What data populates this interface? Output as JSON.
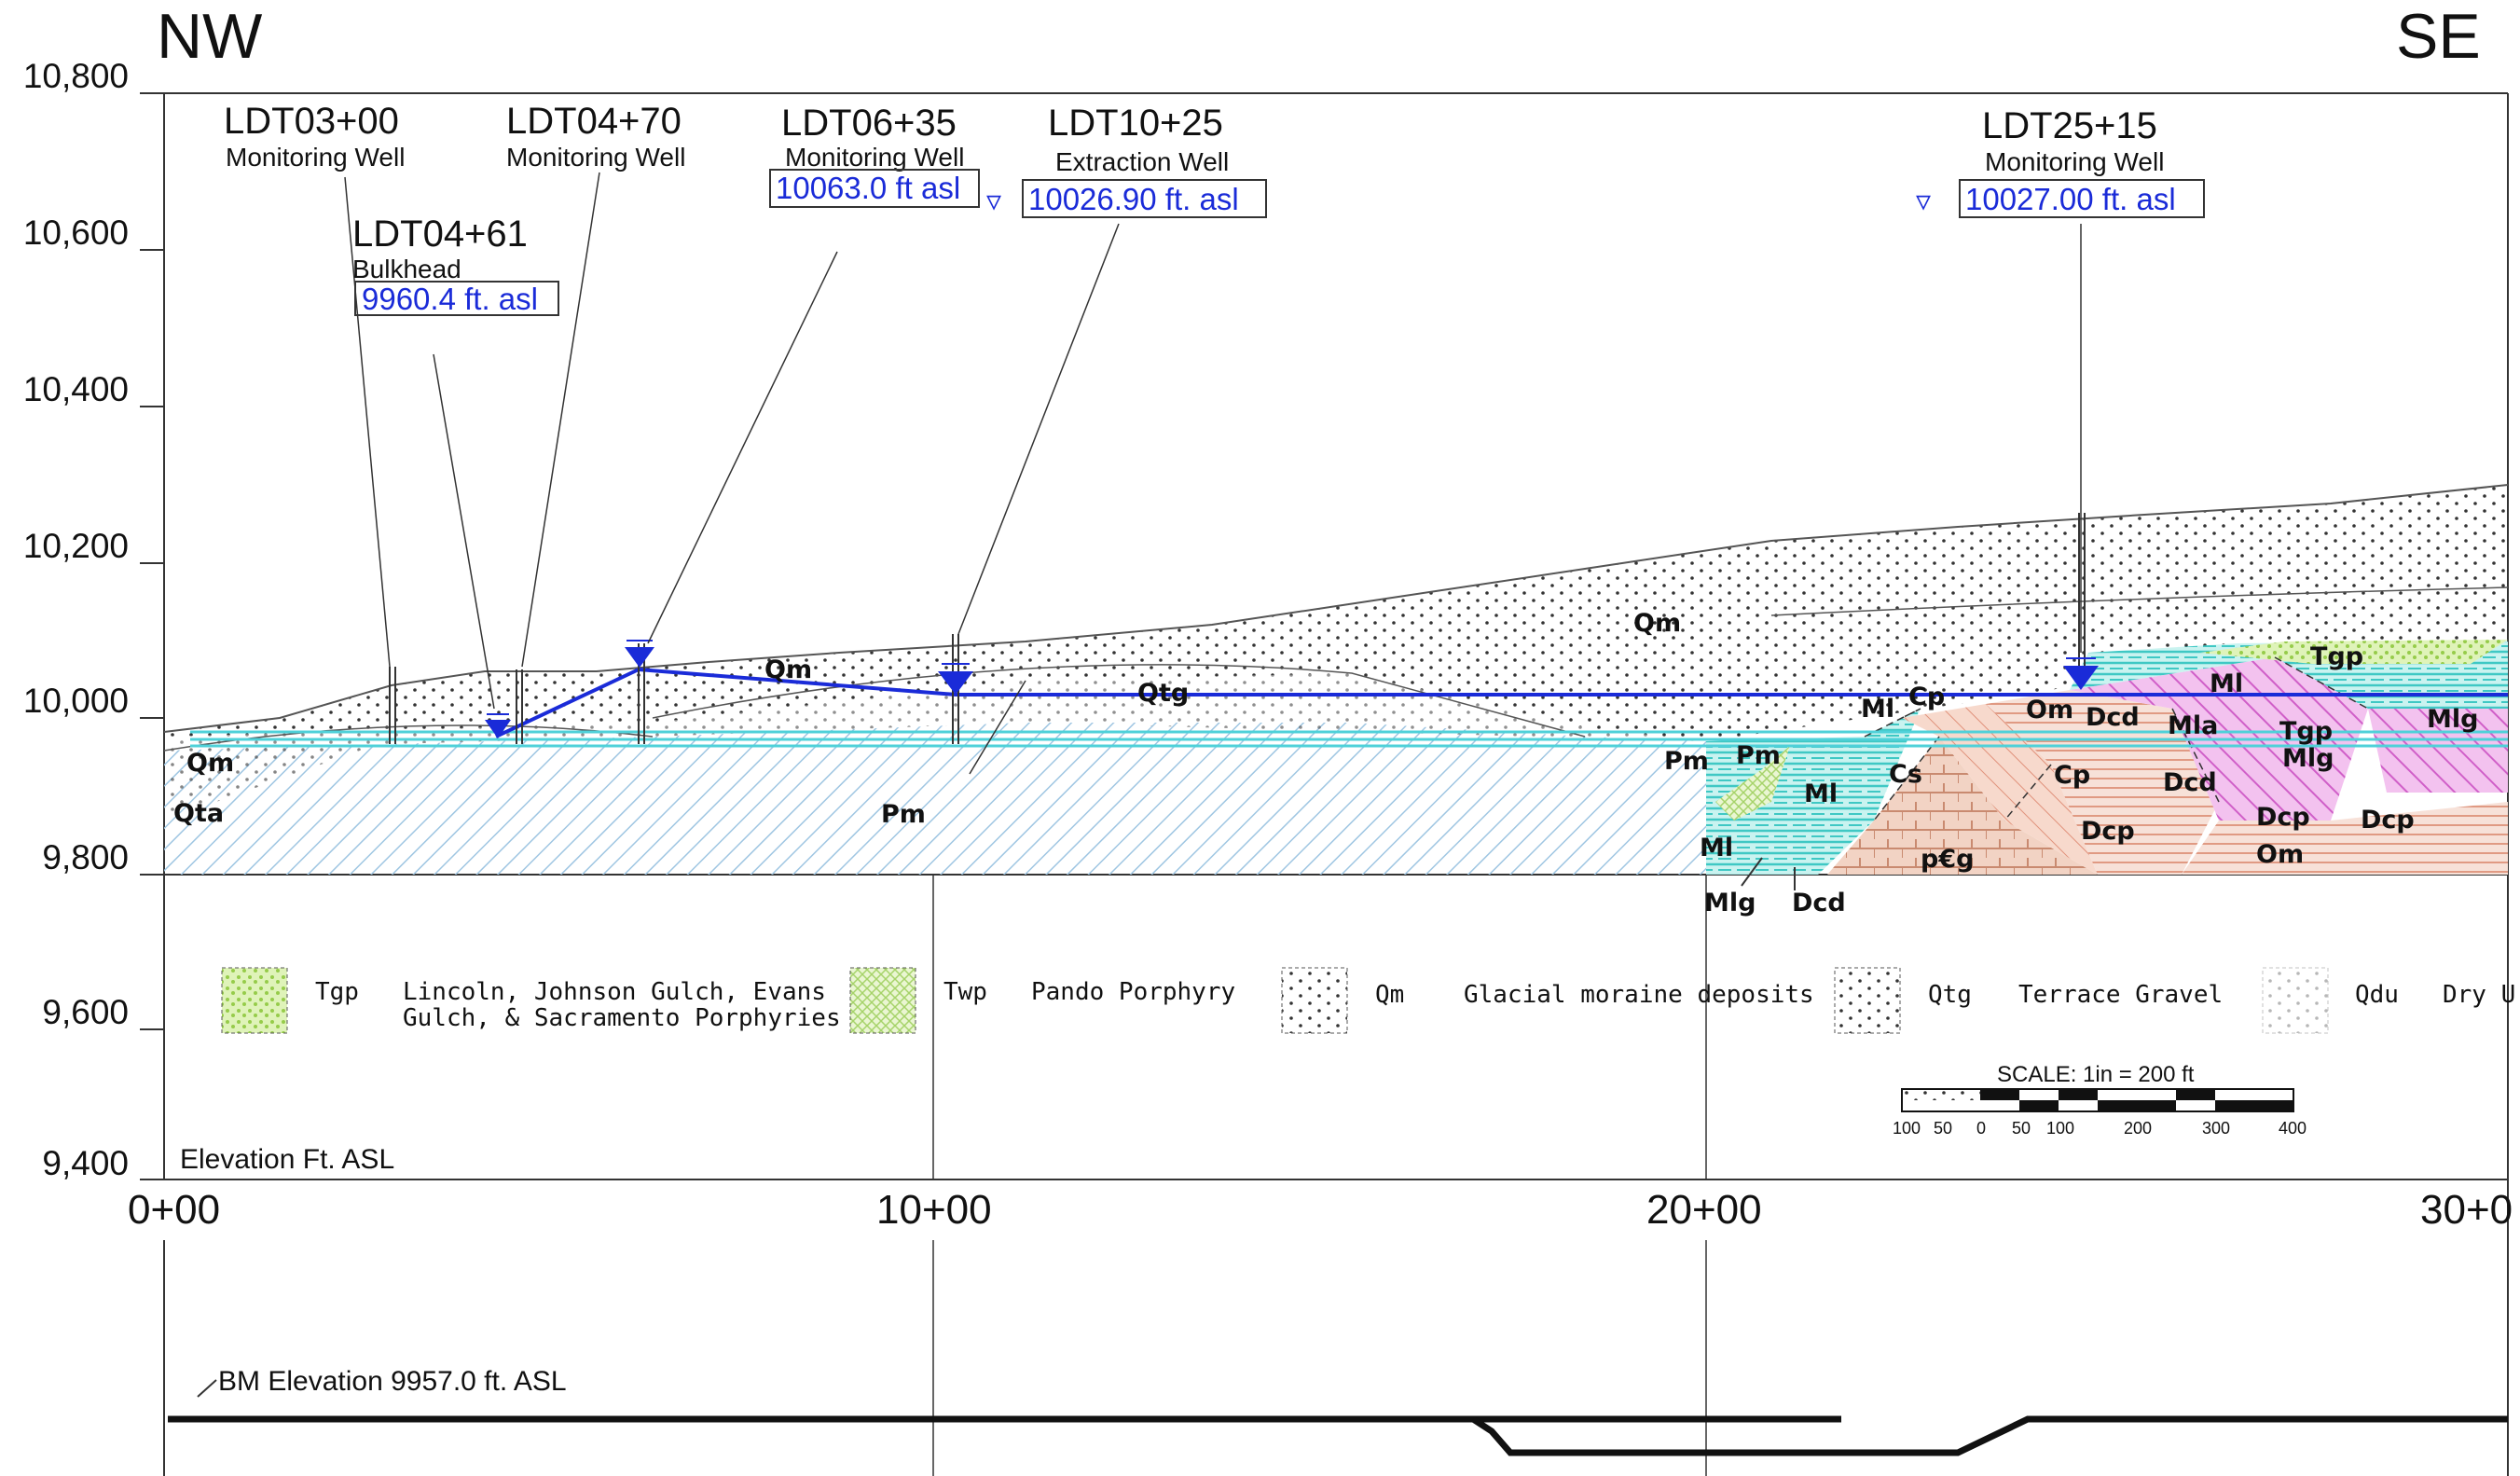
{
  "section": {
    "direction_left": "NW",
    "direction_right": "SE",
    "y_axis_title": "Elevation Ft. ASL",
    "y_ticks": [
      "10,800",
      "10,600",
      "10,400",
      "10,200",
      "10,000",
      "9,800",
      "9,600",
      "9,400"
    ],
    "x_ticks": [
      "0+00",
      "10+00",
      "20+00",
      "30+0"
    ]
  },
  "wells": [
    {
      "name": "LDT03+00",
      "type": "Monitoring Well",
      "elevation": ""
    },
    {
      "name": "LDT04+70",
      "type": "Monitoring Well",
      "elevation": ""
    },
    {
      "name": "LDT04+61",
      "type": "Bulkhead",
      "elevation": "9960.4 ft. asl"
    },
    {
      "name": "LDT06+35",
      "type": "Monitoring Well",
      "elevation": "10063.0 ft asl"
    },
    {
      "name": "LDT10+25",
      "type": "Extraction Well",
      "elevation": "10026.90 ft. asl"
    },
    {
      "name": "LDT25+15",
      "type": "Monitoring Well",
      "elevation": "10027.00 ft. asl"
    }
  ],
  "units": {
    "Qm": "Qm",
    "Qtg": "Qtg",
    "Qta": "Qta",
    "Pm": "Pm",
    "Ml": "Ml",
    "Cp": "Cp",
    "Om": "Om",
    "Dcd": "Dcd",
    "Mla": "Mla",
    "Mlg": "Mlg",
    "Tgp": "Tgp",
    "Cs": "Cs",
    "pCg": "p€g",
    "Dcp": "Dcp"
  },
  "legend": [
    {
      "code": "Tgp",
      "desc1": "Lincoln, Johnson Gulch, Evans",
      "desc2": "Gulch, & Sacramento Porphyries"
    },
    {
      "code": "Twp",
      "desc1": "Pando Porphyry",
      "desc2": ""
    },
    {
      "code": "Qm",
      "desc1": "Glacial moraine deposits",
      "desc2": ""
    },
    {
      "code": "Qtg",
      "desc1": "Terrace Gravel",
      "desc2": ""
    },
    {
      "code": "Qdu",
      "desc1": "Dry U",
      "desc2": ""
    }
  ],
  "scale": {
    "title": "SCALE: 1in = 200 ft",
    "labels": [
      "100",
      "50",
      "0",
      "50",
      "100",
      "200",
      "300",
      "400"
    ]
  },
  "benchmark": {
    "label": "BM Elevation 9957.0 ft. ASL"
  },
  "colors": {
    "water_table": "#1a2bd8",
    "cyan_band": "#4fd1d9",
    "pm_hatch": "#9fc6e2",
    "ml_hatch": "#5cd6cf",
    "om_fill": "#f2c7b5",
    "dcd_fill": "#e98fe0",
    "tgp_fill": "#c5e38a",
    "cs_fill": "#e9c6b7"
  }
}
